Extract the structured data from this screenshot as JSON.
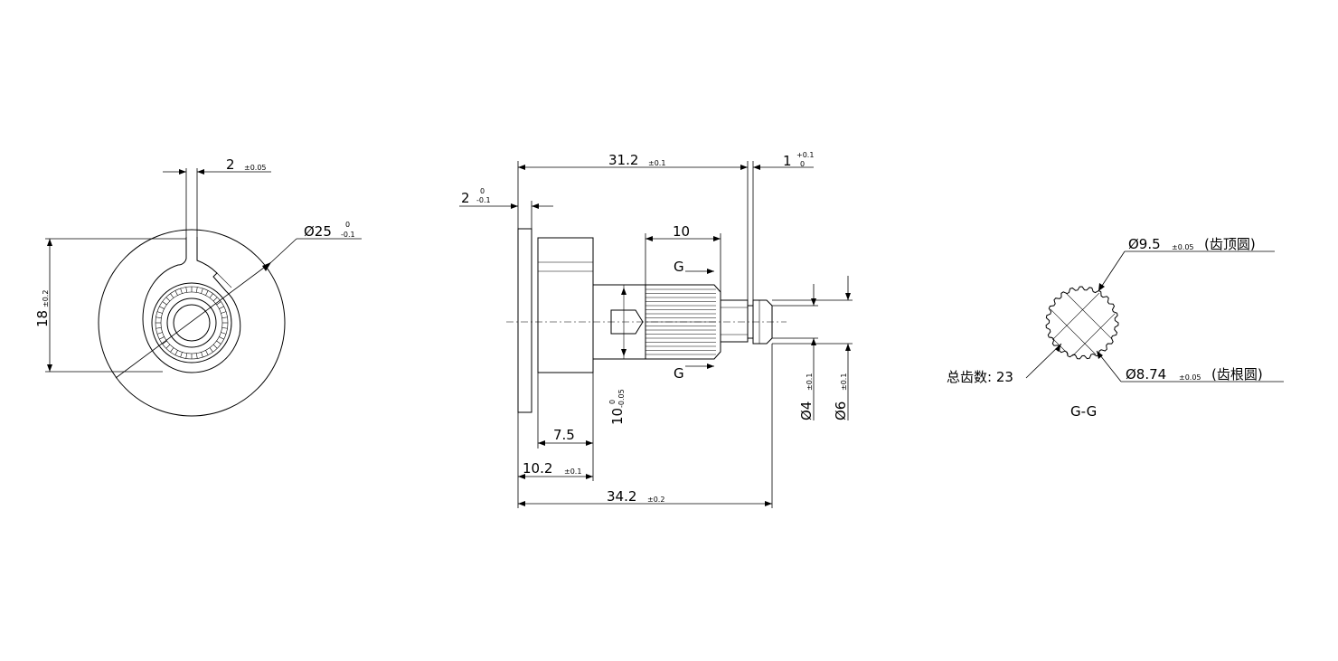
{
  "front_view": {
    "width_dim": {
      "value": "2",
      "tol": "±0.05"
    },
    "diameter_dim": {
      "value": "Ø25",
      "tol_upper": "0",
      "tol_lower": "-0.1"
    },
    "height_dim": {
      "value": "18",
      "tol": "±0.2"
    }
  },
  "side_view": {
    "len_31": {
      "value": "31.2",
      "tol": "±0.1"
    },
    "len_1": {
      "value": "1",
      "tol_upper": "+0.1",
      "tol_lower": "0"
    },
    "flange_2": {
      "value": "2",
      "tol_upper": "0",
      "tol_lower": "-0.1"
    },
    "spline_len": {
      "value": "10"
    },
    "section_mark": "G",
    "dia_10": {
      "value": "10",
      "tol_upper": "0",
      "tol_lower": "-0.05"
    },
    "dia_4": {
      "value": "Ø4",
      "tol": "±0.1"
    },
    "dia_6": {
      "value": "Ø6",
      "tol": "±0.1"
    },
    "len_7_5": {
      "value": "7.5"
    },
    "len_10_2": {
      "value": "10.2",
      "tol": "±0.1"
    },
    "len_34_2": {
      "value": "34.2",
      "tol": "±0.2"
    }
  },
  "section_view": {
    "tip_dia": {
      "value": "Ø9.5",
      "tol": "±0.05",
      "note": "(齿顶圆)"
    },
    "root_dia": {
      "value": "Ø8.74",
      "tol": "±0.05",
      "note": "(齿根圆)"
    },
    "teeth": "总齿数: 23",
    "title": "G-G"
  }
}
